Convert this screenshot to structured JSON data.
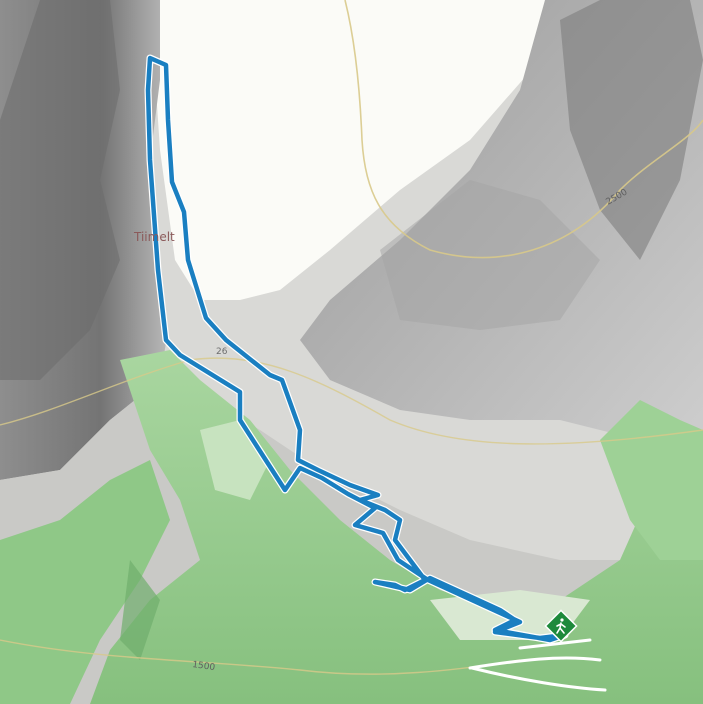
{
  "map": {
    "place_label": "Tiimelt",
    "trail_number_label": "26",
    "contour_labels": [
      "2500",
      "1500"
    ],
    "trailhead_icon": "hiker-icon",
    "colors": {
      "route": "#1a7fc1",
      "route_outline": "#ffffff",
      "forest": "#9ccf94",
      "forest_dark": "#6fae6c",
      "rock": "#8a8a8a",
      "rock_dark": "#5e5e5e",
      "snow": "#fbfbf7",
      "contour": "#d8c98a",
      "trailhead_badge": "#1e8a3c"
    }
  }
}
